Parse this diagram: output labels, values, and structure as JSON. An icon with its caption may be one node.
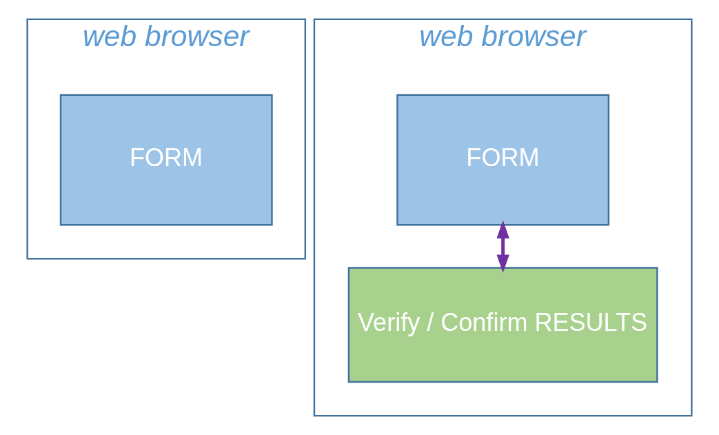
{
  "diagram": {
    "nodes": [
      {
        "text": [
          "web browser"
        ]
      },
      {
        "text": [
          "FORM"
        ],
        "in": 0
      },
      {
        "text": [
          "web browser"
        ]
      },
      {
        "text": [
          "FORM"
        ],
        "in": 2
      },
      {
        "text": [
          "Verify / Confirm RESULTS"
        ],
        "in": 2
      }
    ],
    "edges": [
      {
        "from": 3,
        "to": 4,
        "arrow": "both",
        "color": "#7030a0"
      }
    ]
  }
}
